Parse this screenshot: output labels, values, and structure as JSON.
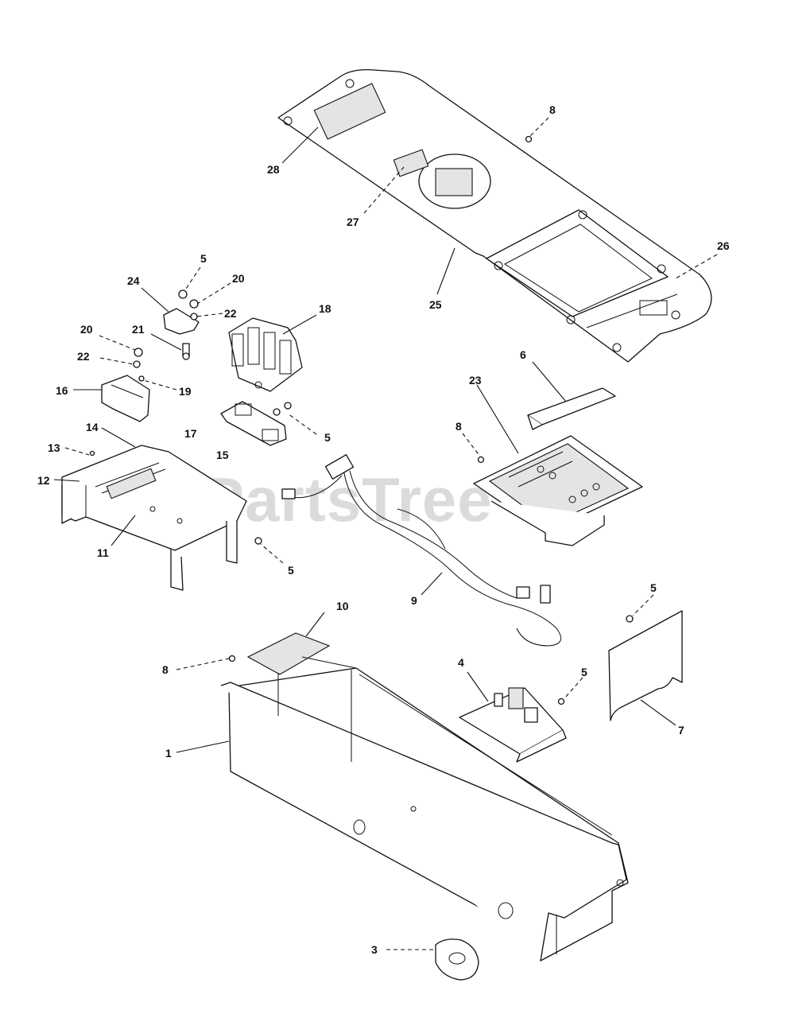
{
  "watermark": "PartsTree",
  "callouts": {
    "c1": "1",
    "c3": "3",
    "c4": "4",
    "c5a": "5",
    "c5b": "5",
    "c5c": "5",
    "c5d": "5",
    "c5e": "5",
    "c6": "6",
    "c7": "7",
    "c8a": "8",
    "c8b": "8",
    "c8c": "8",
    "c9": "9",
    "c10": "10",
    "c11": "11",
    "c12": "12",
    "c13": "13",
    "c14": "14",
    "c15": "15",
    "c16": "16",
    "c17": "17",
    "c18": "18",
    "c19": "19",
    "c20a": "20",
    "c20b": "20",
    "c21": "21",
    "c22a": "22",
    "c22b": "22",
    "c23": "23",
    "c24": "24",
    "c25": "25",
    "c26": "26",
    "c27": "27",
    "c28": "28"
  }
}
